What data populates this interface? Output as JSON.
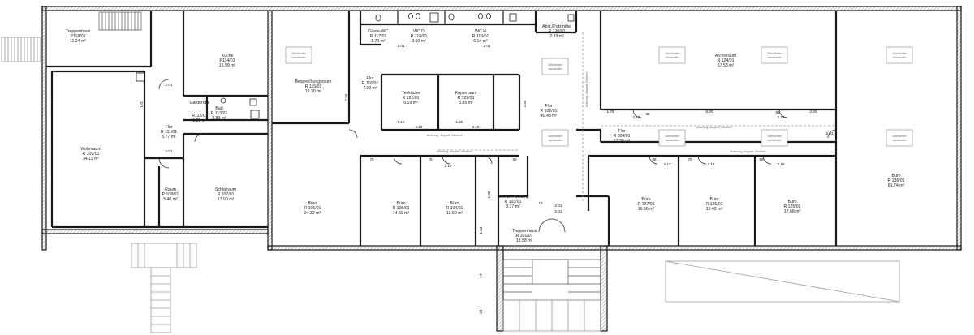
{
  "rooms": [
    {
      "name": "Treppenhaus",
      "code": "P118/01",
      "area": "11.24 m²"
    },
    {
      "name": "Küche",
      "code": "P114/01",
      "area": "15.99 m²"
    },
    {
      "name": "Wohnraum",
      "code": "R 109/01",
      "area": "34.11 m²"
    },
    {
      "name": "Flur",
      "code": "R 111/01",
      "area": "5.77 m²"
    },
    {
      "name": "Garderobe",
      "code": "R112/01",
      "area": "1.80 m²"
    },
    {
      "name": "Bad",
      "code": "R 113/01",
      "area": "3.83 m²"
    },
    {
      "name": "Raum",
      "code": "P 108/01",
      "area": "5.40 m²"
    },
    {
      "name": "Schlafraum",
      "code": "R 107/01",
      "area": "17.90 m²"
    },
    {
      "name": "Besprechungsraum",
      "code": "R 115/01",
      "area": "19.30 m²"
    },
    {
      "name": "Gäste-WC",
      "code": "R 117/01",
      "area": "1.70 m²"
    },
    {
      "name": "WC D",
      "code": "R 118/01",
      "area": "3.60 m²"
    },
    {
      "name": "WC H",
      "code": "R 119/01",
      "area": "6.14 m²"
    },
    {
      "name": "Abst./Putzmittel",
      "code": "R 120/01",
      "area": "2.93 m²"
    },
    {
      "name": "Flur",
      "code": "R 116/01",
      "area": "7.00 m²"
    },
    {
      "name": "Teeküche",
      "code": "R 121/01",
      "area": "6.19 m²"
    },
    {
      "name": "Kopierraum",
      "code": "R 122/01",
      "area": "6.85 m²"
    },
    {
      "name": "Flur",
      "code": "R 102/01",
      "area": "40.48 m²"
    },
    {
      "name": "Archivraum",
      "code": "R 124/01",
      "area": "57.53 m²"
    },
    {
      "name": "Flur",
      "code": "R 024/01",
      "area": "17.36 m²"
    },
    {
      "name": "Büro",
      "code": "R 106/01",
      "area": "24.32 m²"
    },
    {
      "name": "Büro",
      "code": "R 105/01",
      "area": "14.69 m²"
    },
    {
      "name": "Büro",
      "code": "R 104/01",
      "area": "13.60 m²"
    },
    {
      "name": "Technik / Lüftung",
      "code": "R 103/01",
      "area": "3.77 m²"
    },
    {
      "name": "Treppenhaus",
      "code": "R 101/01",
      "area": "18.58 m²"
    },
    {
      "name": "Büro",
      "code": "R 127/01",
      "area": "16.96 m²"
    },
    {
      "name": "Büro",
      "code": "R 126/01",
      "area": "15.42 m²"
    },
    {
      "name": "Büro",
      "code": "R 125/01",
      "area": "17.68 m²"
    },
    {
      "name": "Büro",
      "code": "R 136/01",
      "area": "61.74 m²"
    }
  ],
  "ceiling_box_label": [
    "Oberlichter",
    "vorhanden"
  ],
  "beam_label": "Unterzug, doppelt, Deckenf.",
  "dimensions": {
    "d1": "2.01",
    "d2": "2.01",
    "d3": "2.01",
    "d4": "2.01",
    "d5": "2.01",
    "d6": "2.01",
    "d7": "2.19",
    "d8": "2.19",
    "d9": "2.13",
    "d10": "2.13",
    "d11": "2.13",
    "d12": "2.13",
    "d13": "2.18",
    "d14": "2.10",
    "d15": "6.00",
    "d16": "2.20",
    "d17": "1.75",
    "d18": "2.50",
    "d19": "2.55",
    "d20": "1.01",
    "d21": "88",
    "d22": "88",
    "d23": "88",
    "d24": "88",
    "d25": "75",
    "d26": "75",
    "d27": "76",
    "d28": "66",
    "d29": "1.34",
    "d30": "1.88",
    "d31": "12",
    "d32": "17",
    "d33": "24",
    "d34": "2.01",
    "d35": "1.10",
    "d36": "1.25"
  }
}
